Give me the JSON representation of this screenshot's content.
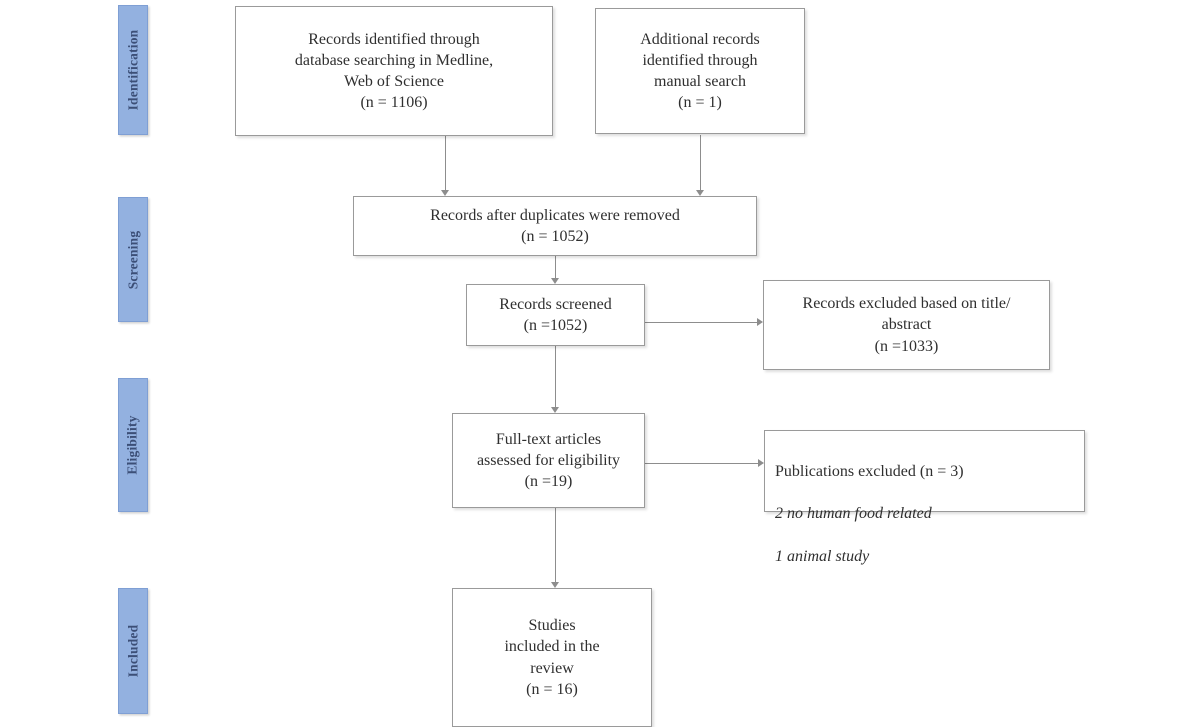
{
  "diagram": {
    "type": "prisma-flow-diagram",
    "accent_color": "#93b1e0",
    "box_border_color": "#9a9a9a",
    "connector_color": "#8d8d8d"
  },
  "stages": [
    {
      "id": "identification",
      "label": "Identification"
    },
    {
      "id": "screening",
      "label": "Screening"
    },
    {
      "id": "eligibility",
      "label": "Eligibility"
    },
    {
      "id": "included",
      "label": "Included"
    }
  ],
  "boxes": {
    "records_identified": {
      "text": "Records identified through\ndatabase searching in Medline,\nWeb of Science\n(n = 1106)",
      "count": 1106
    },
    "additional_records": {
      "text": "Additional records\nidentified through\nmanual search\n(n = 1)",
      "count": 1
    },
    "after_duplicates": {
      "text": "Records after duplicates were removed\n(n = 1052)",
      "count": 1052
    },
    "records_screened": {
      "text": "Records screened\n(n =1052)",
      "count": 1052
    },
    "records_excluded": {
      "text": "Records excluded based on title/\nabstract\n(n =1033)",
      "count": 1033
    },
    "full_text_assessed": {
      "text": "Full-text articles\nassessed for eligibility\n(n =19)",
      "count": 19
    },
    "publications_excluded": {
      "heading": "Publications excluded (n = 3)",
      "reason_1": "2 no human food related",
      "reason_2": "1 animal study",
      "count": 3
    },
    "studies_included": {
      "text": "Studies\nincluded in the\nreview\n(n = 16)",
      "count": 16
    }
  }
}
